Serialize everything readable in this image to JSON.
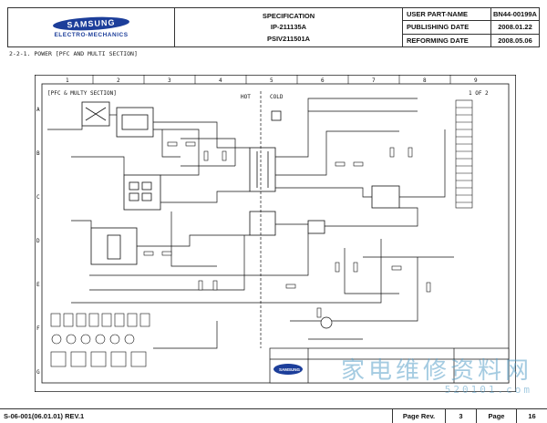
{
  "header": {
    "logo_text": "SAMSUNG",
    "logo_sub": "ELECTRO-MECHANICS",
    "spec_title": "SPECIFICATION",
    "model_1": "IP-211135A",
    "model_2": "PSIV211501A",
    "labels": [
      "USER PART-NAME",
      "PUBLISHING DATE",
      "REFORMING DATE"
    ],
    "values": [
      "BN44-00199A",
      "2008.01.22",
      "2008.05.06"
    ]
  },
  "section_title": "2-2-1. POWER [PFC AND MULTI SECTION]",
  "schematic": {
    "inner_title": "[PFC & MULTY SECTION]",
    "hot_label": "HOT",
    "cold_label": "COLD",
    "sheet_label": "1 OF 2",
    "col_numbers": [
      "1",
      "2",
      "3",
      "4",
      "5",
      "6",
      "7",
      "8",
      "9"
    ],
    "row_letters": [
      "A",
      "B",
      "C",
      "D",
      "E",
      "F",
      "G"
    ],
    "titleblock_brand": "SAMSUNG"
  },
  "footer": {
    "form_code": "S-06-001(06.01.01) REV.1",
    "page_rev_label": "Page Rev.",
    "page_rev_value": "3",
    "page_label": "Page",
    "page_value": "16"
  },
  "watermark": {
    "main": "家电维修资料网",
    "url": "520101.com"
  },
  "colors": {
    "logo_blue": "#1c3e9a",
    "watermark": "#5aa0c8"
  }
}
